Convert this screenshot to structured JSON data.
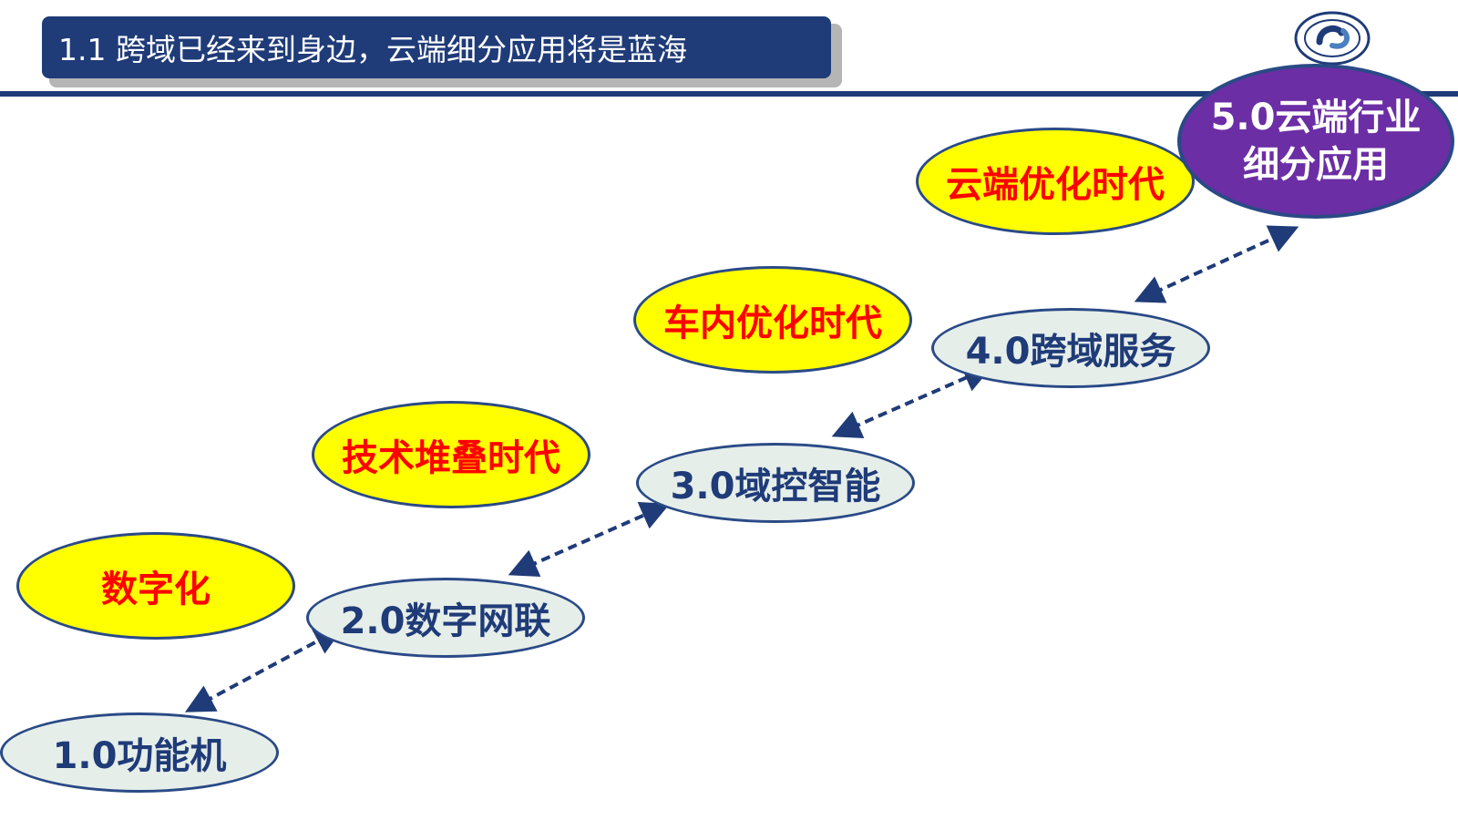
{
  "header": {
    "title": "1.1 跨域已经来到身边，云端细分应用将是蓝海"
  },
  "colors": {
    "header_bg": "#1f3b78",
    "era_fill": "#ffff00",
    "era_text": "#ff0000",
    "stage_fill": "#e6eeea",
    "stage_text": "#1f3b78",
    "final_fill": "#6b2ea4",
    "connector": "#1f3b78"
  },
  "logo": {
    "icon": "university-seal-icon"
  },
  "eras": [
    {
      "label": "数字化"
    },
    {
      "label": "技术堆叠时代"
    },
    {
      "label": "车内优化时代"
    },
    {
      "label": "云端优化时代"
    }
  ],
  "stages": [
    {
      "label": "1.0功能机"
    },
    {
      "label": "2.0数字网联"
    },
    {
      "label": "3.0域控智能"
    },
    {
      "label": "4.0跨域服务"
    },
    {
      "label_line1": "5.0云端行业",
      "label_line2": "细分应用"
    }
  ]
}
